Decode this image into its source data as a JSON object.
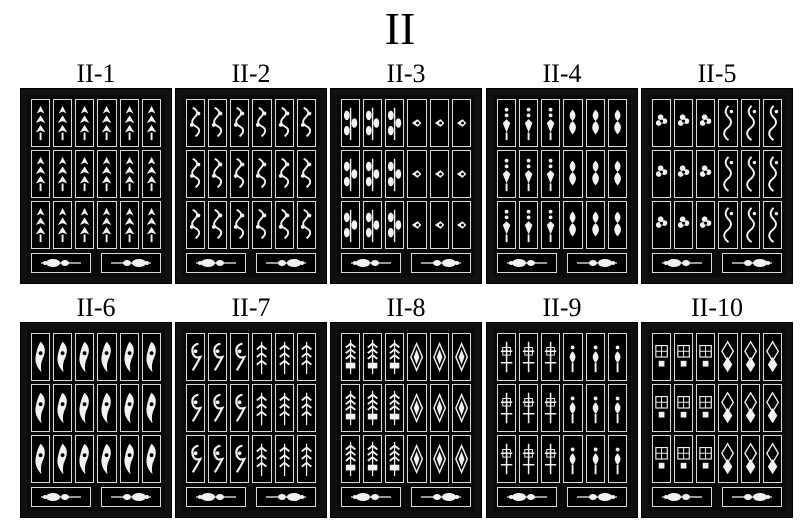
{
  "title": "II",
  "sheets": [
    {
      "label": "II-1",
      "motif": "leaf-tower"
    },
    {
      "label": "II-2",
      "motif": "swirl-vine"
    },
    {
      "label": "II-3",
      "motif": "leaf-branch"
    },
    {
      "label": "II-4",
      "motif": "dot-flower"
    },
    {
      "label": "II-5",
      "motif": "flower-vine"
    },
    {
      "label": "II-6",
      "motif": "paisley"
    },
    {
      "label": "II-7",
      "motif": "fern-swirl"
    },
    {
      "label": "II-8",
      "motif": "wheat-diamond"
    },
    {
      "label": "II-9",
      "motif": "lattice-cross"
    },
    {
      "label": "II-10",
      "motif": "grid-diamond"
    }
  ]
}
